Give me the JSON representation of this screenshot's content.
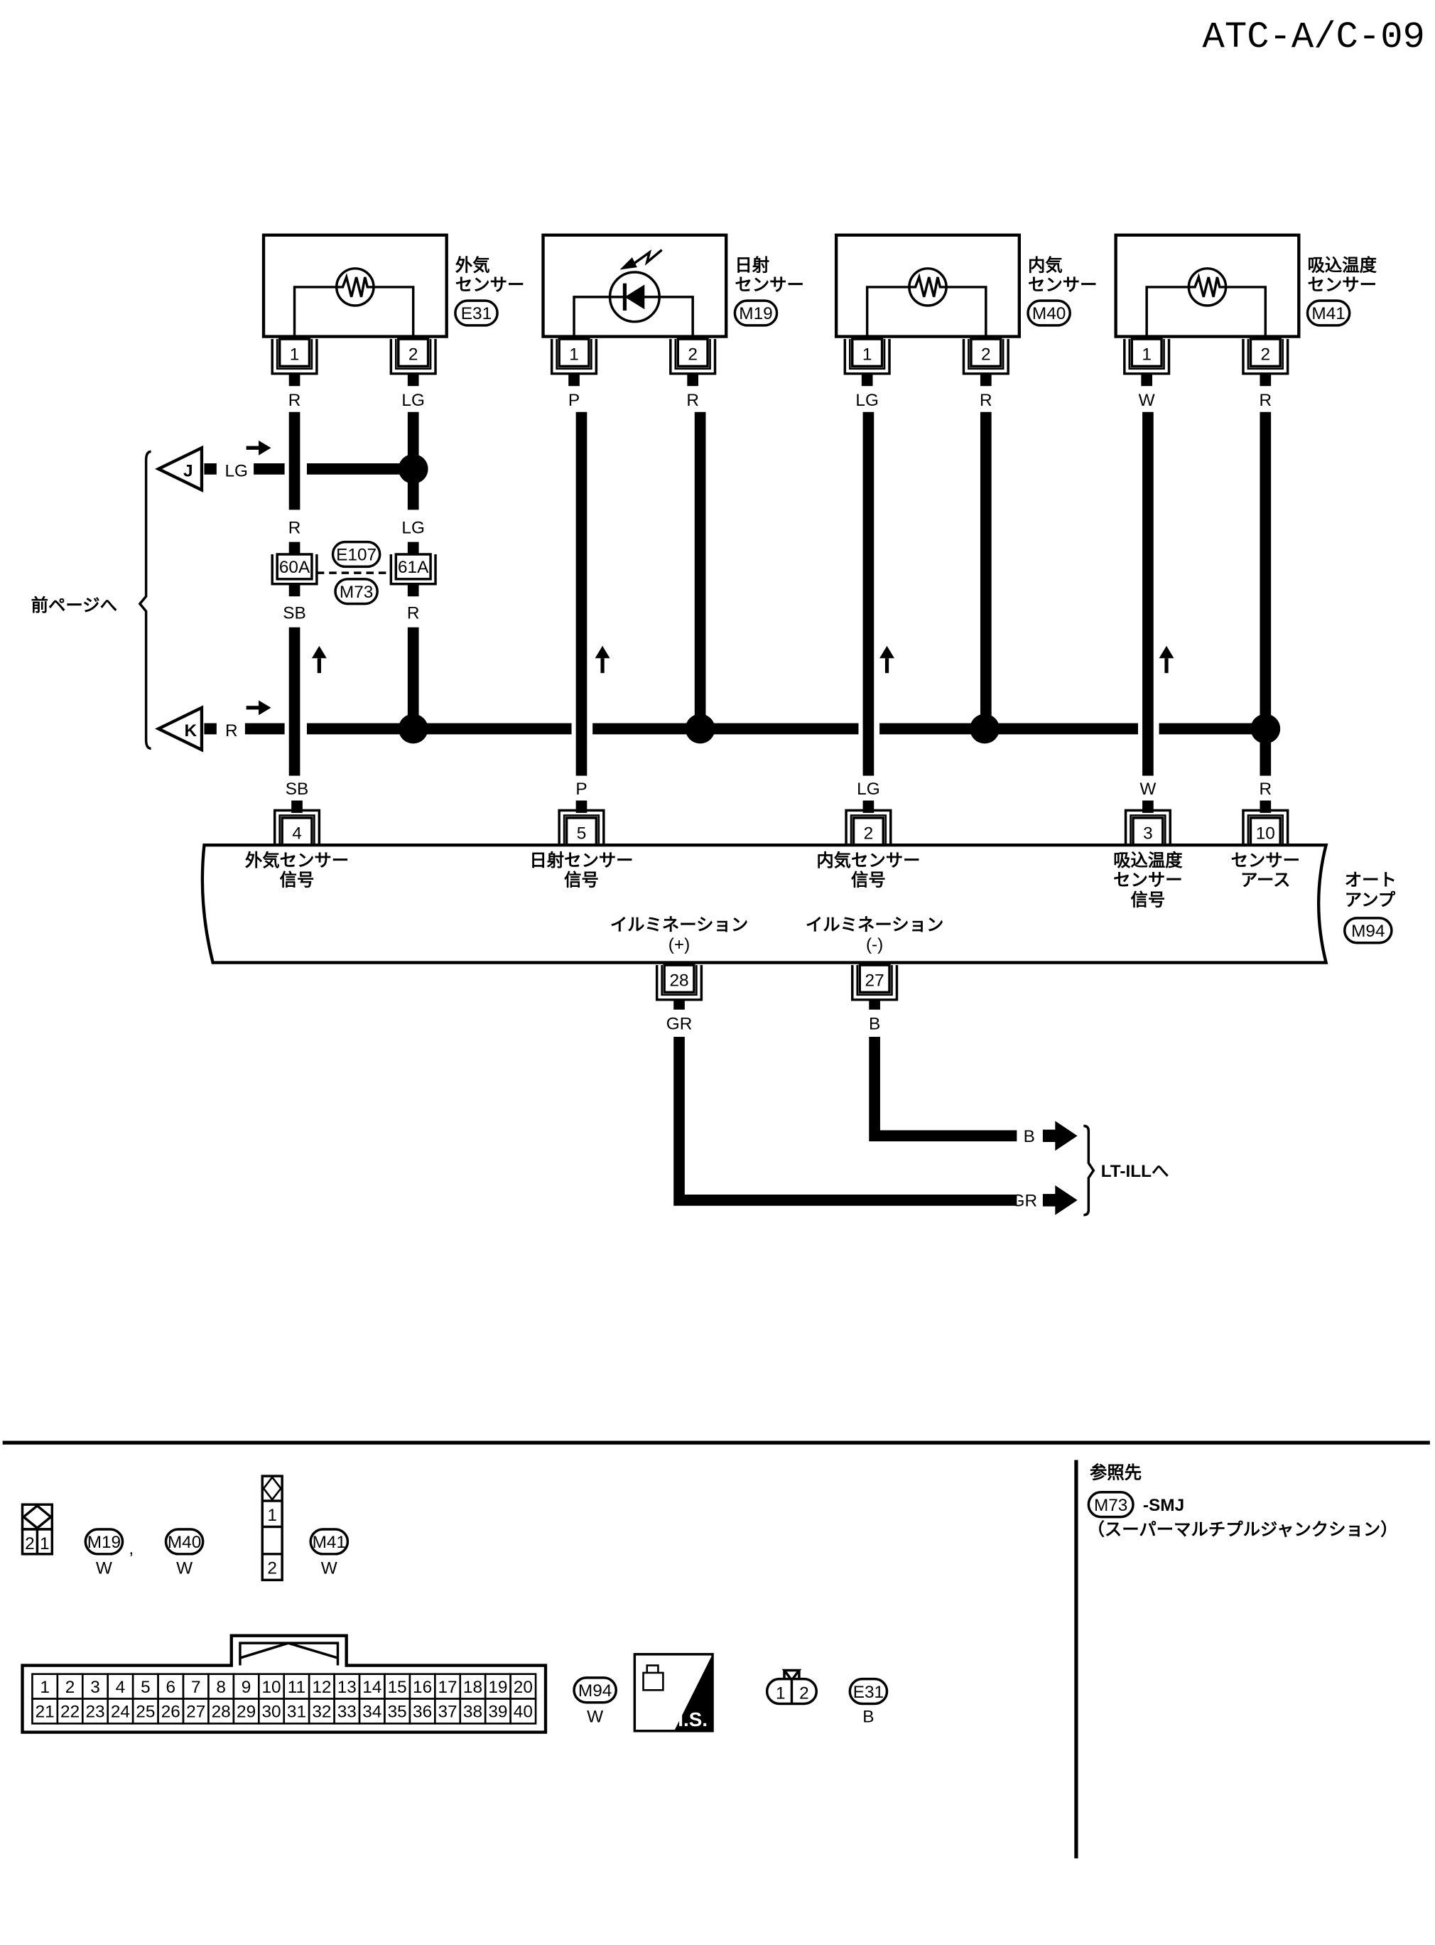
{
  "page_id": "ATC-A/C-09",
  "colors": {
    "ink": "#000000",
    "paper": "#ffffff"
  },
  "sensors": [
    {
      "name_l1": "外気",
      "name_l2": "センサー",
      "connector": "E31",
      "symbol": "thermistor-icon",
      "pins": [
        "1",
        "2"
      ],
      "wires": [
        "R",
        "LG"
      ]
    },
    {
      "name_l1": "日射",
      "name_l2": "センサー",
      "connector": "M19",
      "symbol": "photodiode-icon",
      "pins": [
        "1",
        "2"
      ],
      "wires": [
        "P",
        "R"
      ]
    },
    {
      "name_l1": "内気",
      "name_l2": "センサー",
      "connector": "M40",
      "symbol": "thermistor-icon",
      "pins": [
        "1",
        "2"
      ],
      "wires": [
        "LG",
        "R"
      ]
    },
    {
      "name_l1": "吸込温度",
      "name_l2": "センサー",
      "connector": "M41",
      "symbol": "thermistor-icon",
      "pins": [
        "1",
        "2"
      ],
      "wires": [
        "W",
        "R"
      ]
    }
  ],
  "junction": {
    "j": {
      "label": "J",
      "wire": "LG"
    },
    "k": {
      "label": "K",
      "wire": "R"
    },
    "brace_label": "前ページへ",
    "upper_wires": [
      "R",
      "LG"
    ],
    "lower_wires": [
      "SB",
      "R"
    ],
    "pins": [
      "60A",
      "61A"
    ],
    "connectors": [
      "E107",
      "M73"
    ]
  },
  "amp": {
    "name_l1": "オート",
    "name_l2": "アンプ",
    "connector": "M94",
    "inputs": [
      {
        "wire": "SB",
        "pin": "4",
        "label": [
          "外気センサー",
          "信号"
        ]
      },
      {
        "wire": "P",
        "pin": "5",
        "label": [
          "日射センサー",
          "信号"
        ]
      },
      {
        "wire": "LG",
        "pin": "2",
        "label": [
          "内気センサー",
          "信号"
        ]
      },
      {
        "wire": "W",
        "pin": "3",
        "label": [
          "吸込温度",
          "センサー",
          "信号"
        ]
      },
      {
        "wire": "R",
        "pin": "10",
        "label": [
          "センサー",
          "アース"
        ]
      }
    ],
    "illum": [
      {
        "label": "イルミネーション",
        "polarity": "(+)",
        "pin": "28",
        "wire": "GR"
      },
      {
        "label": "イルミネーション",
        "polarity": "(-)",
        "pin": "27",
        "wire": "B"
      }
    ],
    "dest_wires": [
      "B",
      "GR"
    ],
    "dest_label": "LT-ILLへ"
  },
  "connector_views": {
    "m19_m40": {
      "pins": [
        "2",
        "1"
      ],
      "connectors": [
        "M19",
        "M40"
      ],
      "colors": [
        "W",
        "W"
      ],
      "separator": ","
    },
    "m41": {
      "pins": [
        "1",
        "2"
      ],
      "connector": "M41",
      "color": "W"
    },
    "m94": {
      "pins_top": [
        "1",
        "2",
        "3",
        "4",
        "5",
        "6",
        "7",
        "8",
        "9",
        "10",
        "11",
        "12",
        "13",
        "14",
        "15",
        "16",
        "17",
        "18",
        "19",
        "20"
      ],
      "pins_bottom": [
        "21",
        "22",
        "23",
        "24",
        "25",
        "26",
        "27",
        "28",
        "29",
        "30",
        "31",
        "32",
        "33",
        "34",
        "35",
        "36",
        "37",
        "38",
        "39",
        "40"
      ],
      "connector": "M94",
      "color": "W"
    },
    "hs_label": "H.S.",
    "e31": {
      "pins": [
        "1",
        "2"
      ],
      "connector": "E31",
      "color": "B"
    }
  },
  "reference": {
    "title": "参照先",
    "connector": "M73",
    "suffix": "-SMJ",
    "description": "（スーパーマルチプルジャンクション）"
  }
}
